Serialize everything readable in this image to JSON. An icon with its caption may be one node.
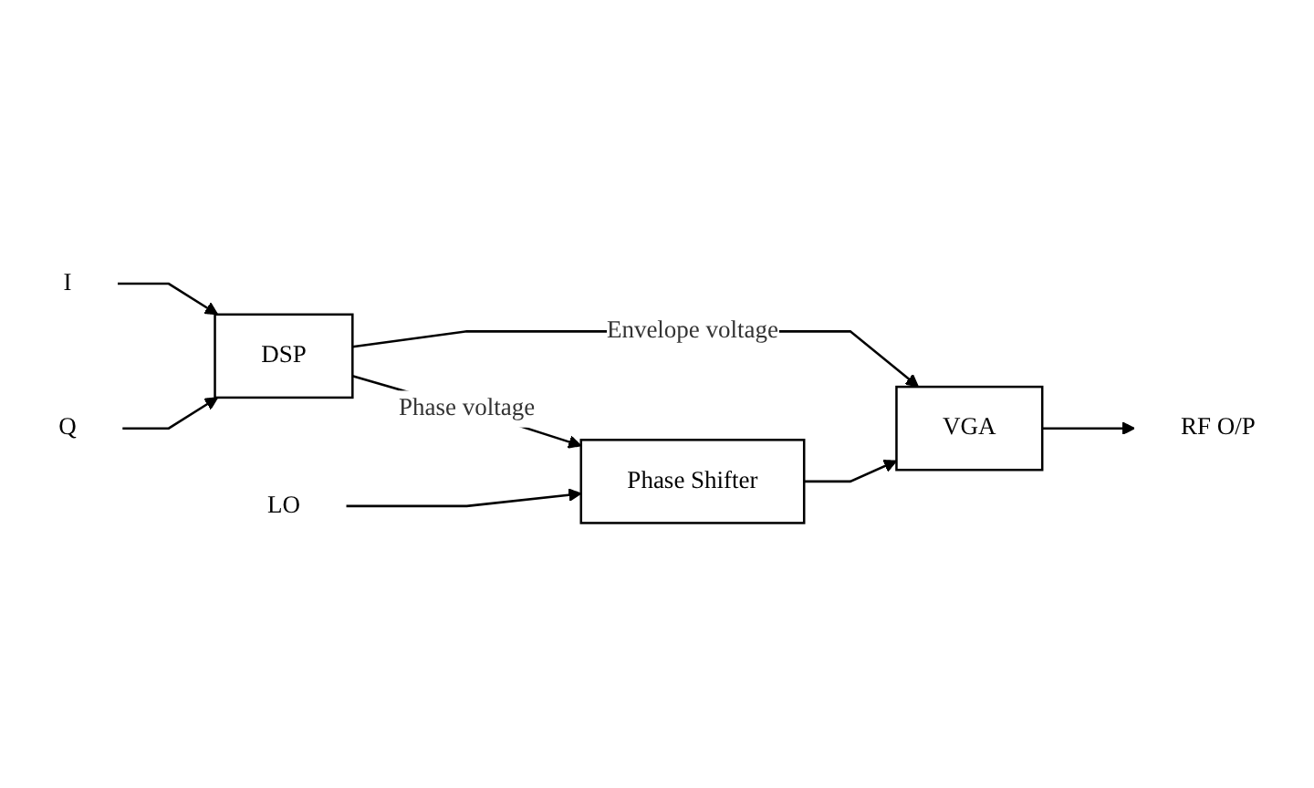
{
  "diagram": {
    "nodes": [
      {
        "text": [
          "I"
        ]
      },
      {
        "text": [
          "Q"
        ]
      },
      {
        "text": [
          "DSP"
        ]
      },
      {
        "text": [
          "VGA"
        ]
      },
      {
        "text": [
          "RF O/P"
        ]
      },
      {
        "text": [
          "Phase Shifter"
        ]
      },
      {
        "text": [
          "LO"
        ]
      }
    ],
    "edges": [
      {
        "from": 0,
        "to": 2,
        "arrow": "to"
      },
      {
        "from": 1,
        "to": 2,
        "arrow": "to"
      },
      {
        "from": 2,
        "to": 3,
        "arrow": "to",
        "label": "Envelope voltage"
      },
      {
        "from": 3,
        "to": 4,
        "arrow": "to"
      },
      {
        "from": 2,
        "to": 5,
        "arrow": "to",
        "label": "Phase voltage"
      },
      {
        "from": 5,
        "to": 3,
        "arrow": "to"
      },
      {
        "from": 6,
        "to": 5,
        "arrow": "to"
      }
    ]
  }
}
